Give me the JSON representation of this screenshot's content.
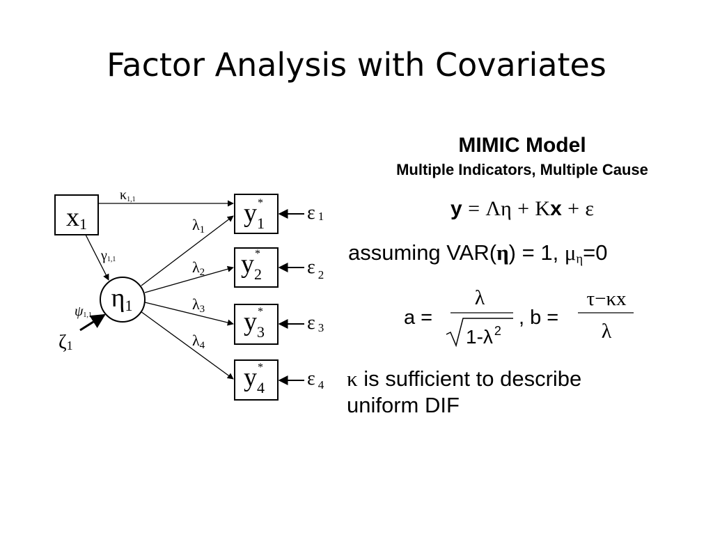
{
  "slide": {
    "title": "Factor Analysis with Covariates"
  },
  "diagram": {
    "x_node": {
      "base": "x",
      "sub": "1"
    },
    "eta_node": {
      "base": "η",
      "sub": "1"
    },
    "y_nodes": [
      {
        "base": "y",
        "sub": "1",
        "sup": "*"
      },
      {
        "base": "y",
        "sub": "2",
        "sup": "*"
      },
      {
        "base": "y",
        "sub": "3",
        "sup": "*"
      },
      {
        "base": "y",
        "sub": "4",
        "sup": "*"
      }
    ],
    "epsilons": [
      {
        "base": "ε",
        "sub": "1"
      },
      {
        "base": "ε",
        "sub": "2"
      },
      {
        "base": "ε",
        "sub": "3"
      },
      {
        "base": "ε",
        "sub": "4"
      }
    ],
    "lambdas": [
      {
        "base": "λ",
        "sub": "1"
      },
      {
        "base": "λ",
        "sub": "2"
      },
      {
        "base": "λ",
        "sub": "3"
      },
      {
        "base": "λ",
        "sub": "4"
      }
    ],
    "kappa": {
      "base": "κ",
      "sub": "1,1"
    },
    "gamma": {
      "base": "γ",
      "sub": "1,1"
    },
    "psi": {
      "base": "ψ",
      "sub": "1,1"
    },
    "zeta": {
      "base": "ζ",
      "sub": "1"
    }
  },
  "panel": {
    "mimic_title": "MIMIC Model",
    "mimic_subtitle": "Multiple Indicators, Multiple Cause",
    "equation": {
      "y": "y",
      "eq": "=",
      "lambda_eta": "Λη",
      "plus1": "+",
      "kappa": "Κ",
      "x": "x",
      "plus2": "+",
      "eps": "ε"
    },
    "assumption": {
      "prefix": "assuming VAR(",
      "eta": "η",
      "mid": ") = 1, ",
      "mu": "μ",
      "mu_sub": "η",
      "suffix": "=0"
    },
    "formula": {
      "a_label": "a =",
      "a_num": "λ",
      "a_den": "1-λ",
      "a_den_exp": "2",
      "sep": ", b =",
      "b_num": "τ−κx",
      "b_den": "λ"
    },
    "note": {
      "kappa": "κ",
      "text": " is sufficient to describe uniform DIF"
    }
  }
}
